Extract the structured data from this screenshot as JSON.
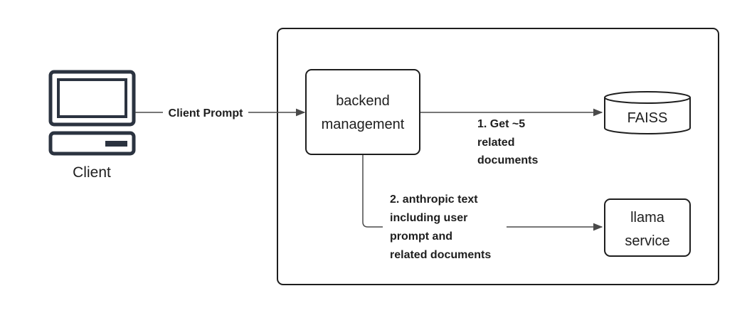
{
  "client": {
    "label": "Client"
  },
  "backend": {
    "lines": [
      "backend",
      "management"
    ]
  },
  "faiss": {
    "label": "FAISS"
  },
  "llama": {
    "lines": [
      "llama",
      "service"
    ]
  },
  "edges": {
    "client_prompt": "Client Prompt",
    "get_docs": [
      "1. Get ~5",
      "related",
      "documents"
    ],
    "anthropic": [
      "2. anthropic text",
      "including user",
      "prompt and",
      "related documents"
    ]
  },
  "colors": {
    "stroke": "#1e1e1e",
    "background": "#ffffff",
    "arrow": "#4a4a4a"
  }
}
